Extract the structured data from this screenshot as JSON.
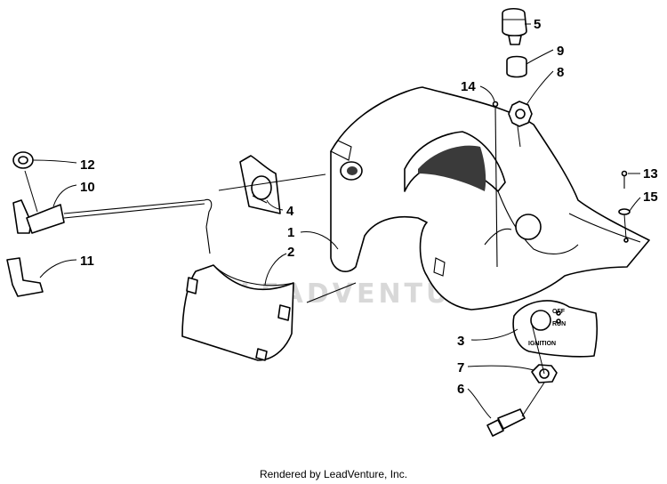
{
  "diagram": {
    "watermark": "LEADVENTURE",
    "part_labels": {
      "p1": "1",
      "p2": "2",
      "p3": "3",
      "p4": "4",
      "p5": "5",
      "p6": "6",
      "p7": "7",
      "p8": "8",
      "p9": "9",
      "p10": "10",
      "p11": "11",
      "p12": "12",
      "p13": "13",
      "p14": "14",
      "p15": "15"
    },
    "ignition_plate": {
      "off": "OFF",
      "run": "RUN",
      "ignition": "IGNITION"
    }
  },
  "footer": {
    "rendered_by": "Rendered by LeadVenture, Inc."
  }
}
